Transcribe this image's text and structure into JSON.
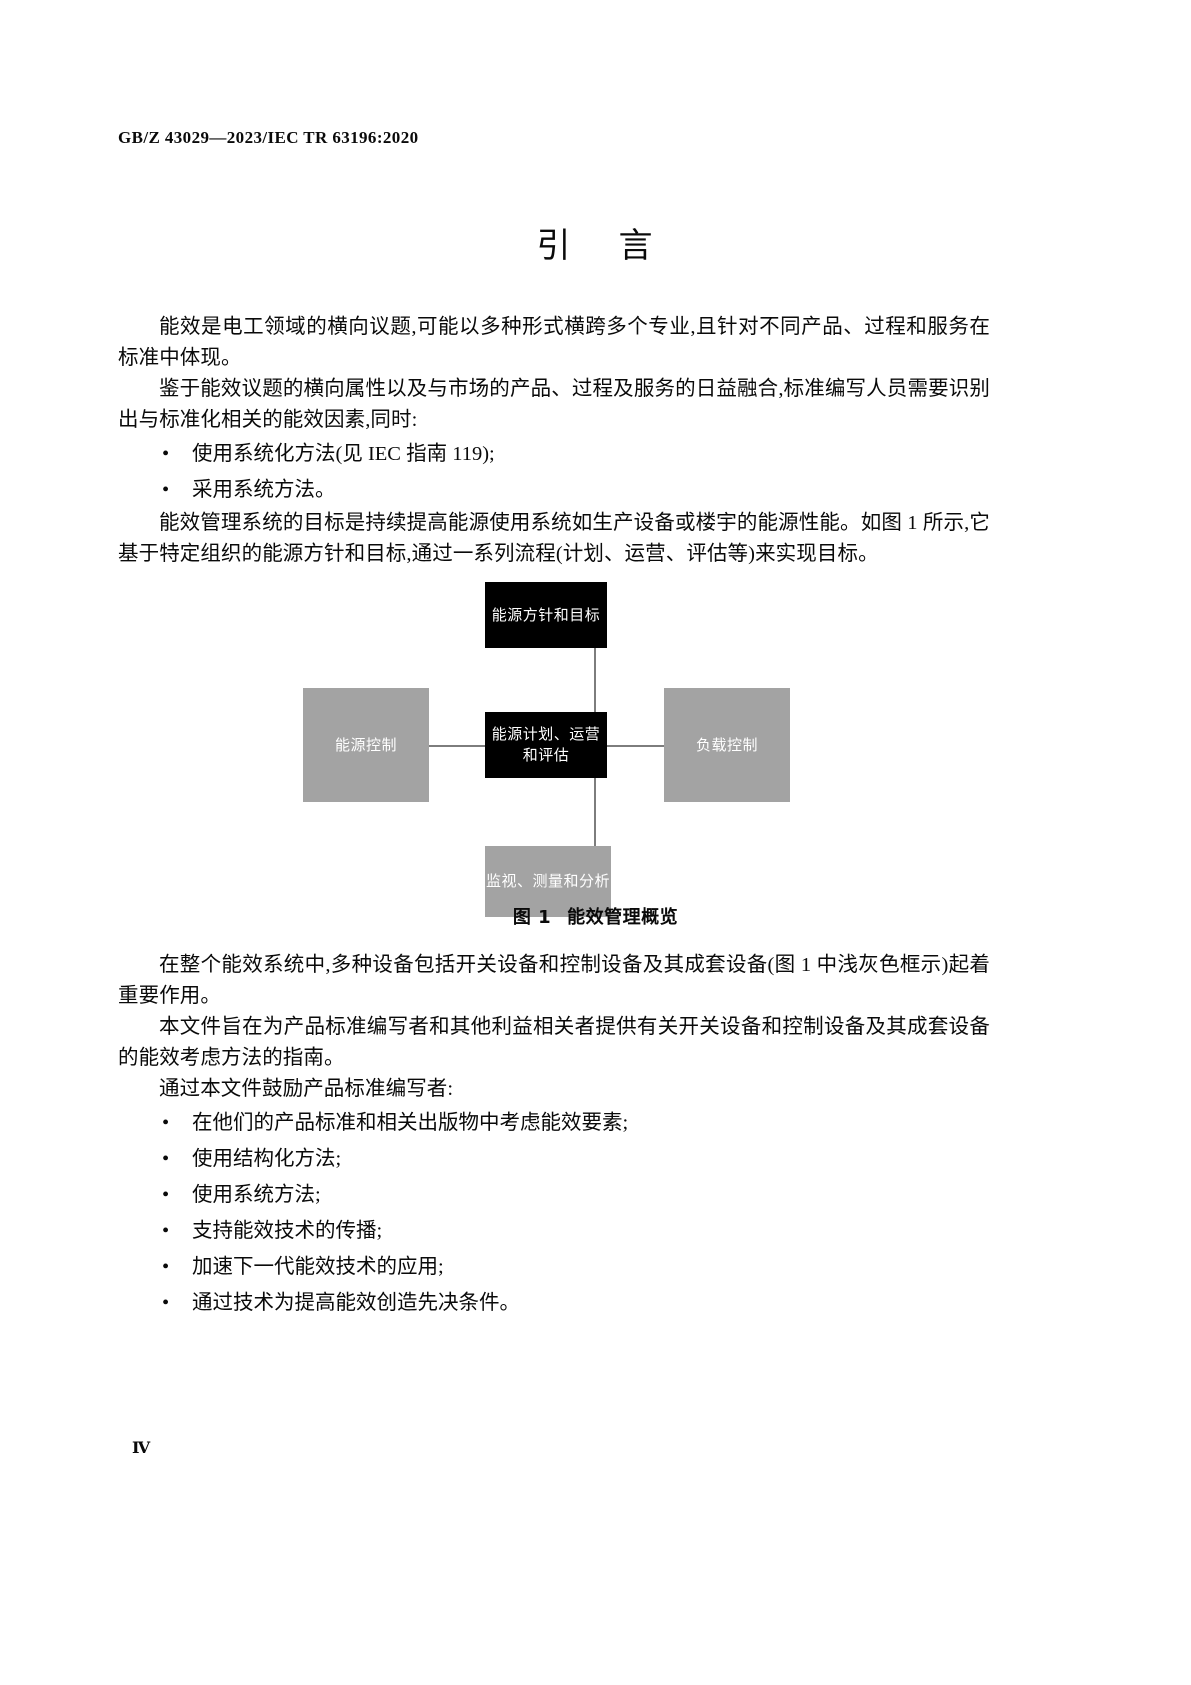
{
  "header": {
    "standard_ref": "GB/Z 43029—2023/IEC TR 63196:2020"
  },
  "title": {
    "char1": "引",
    "char2": "言"
  },
  "body": {
    "para1": "能效是电工领域的横向议题,可能以多种形式横跨多个专业,且针对不同产品、过程和服务在标准中体现。",
    "para2": "鉴于能效议题的横向属性以及与市场的产品、过程及服务的日益融合,标准编写人员需要识别出与标准化相关的能效因素,同时:",
    "bullets_top": [
      "使用系统化方法(见 IEC 指南 119);",
      "采用系统方法。"
    ],
    "para3": "能效管理系统的目标是持续提高能源使用系统如生产设备或楼宇的能源性能。如图 1 所示,它基于特定组织的能源方针和目标,通过一系列流程(计划、运营、评估等)来实现目标。",
    "para4": "在整个能效系统中,多种设备包括开关设备和控制设备及其成套设备(图 1 中浅灰色框示)起着重要作用。",
    "para5": "本文件旨在为产品标准编写者和其他利益相关者提供有关开关设备和控制设备及其成套设备的能效考虑方法的指南。",
    "para6": "通过本文件鼓励产品标准编写者:",
    "bullets_bottom": [
      "在他们的产品标准和相关出版物中考虑能效要素;",
      "使用结构化方法;",
      "使用系统方法;",
      "支持能效技术的传播;",
      "加速下一代能效技术的应用;",
      "通过技术为提高能效创造先决条件。"
    ],
    "bullet_marker": "•"
  },
  "figure": {
    "caption_label": "图 1",
    "caption_text": "能效管理概览",
    "nodes": {
      "top": "能源方针和目标",
      "center_line1": "能源计划、运营",
      "center_line2": "和评估",
      "left": "能源控制",
      "right": "负载控制",
      "bottom": "监视、测量和分析"
    },
    "colors": {
      "dark_box": "#000000",
      "gray_box": "#a3a3a3",
      "connector": "#7d7d7d",
      "node_text": "#ffffff"
    }
  },
  "folio": {
    "page_number": "Ⅳ"
  }
}
